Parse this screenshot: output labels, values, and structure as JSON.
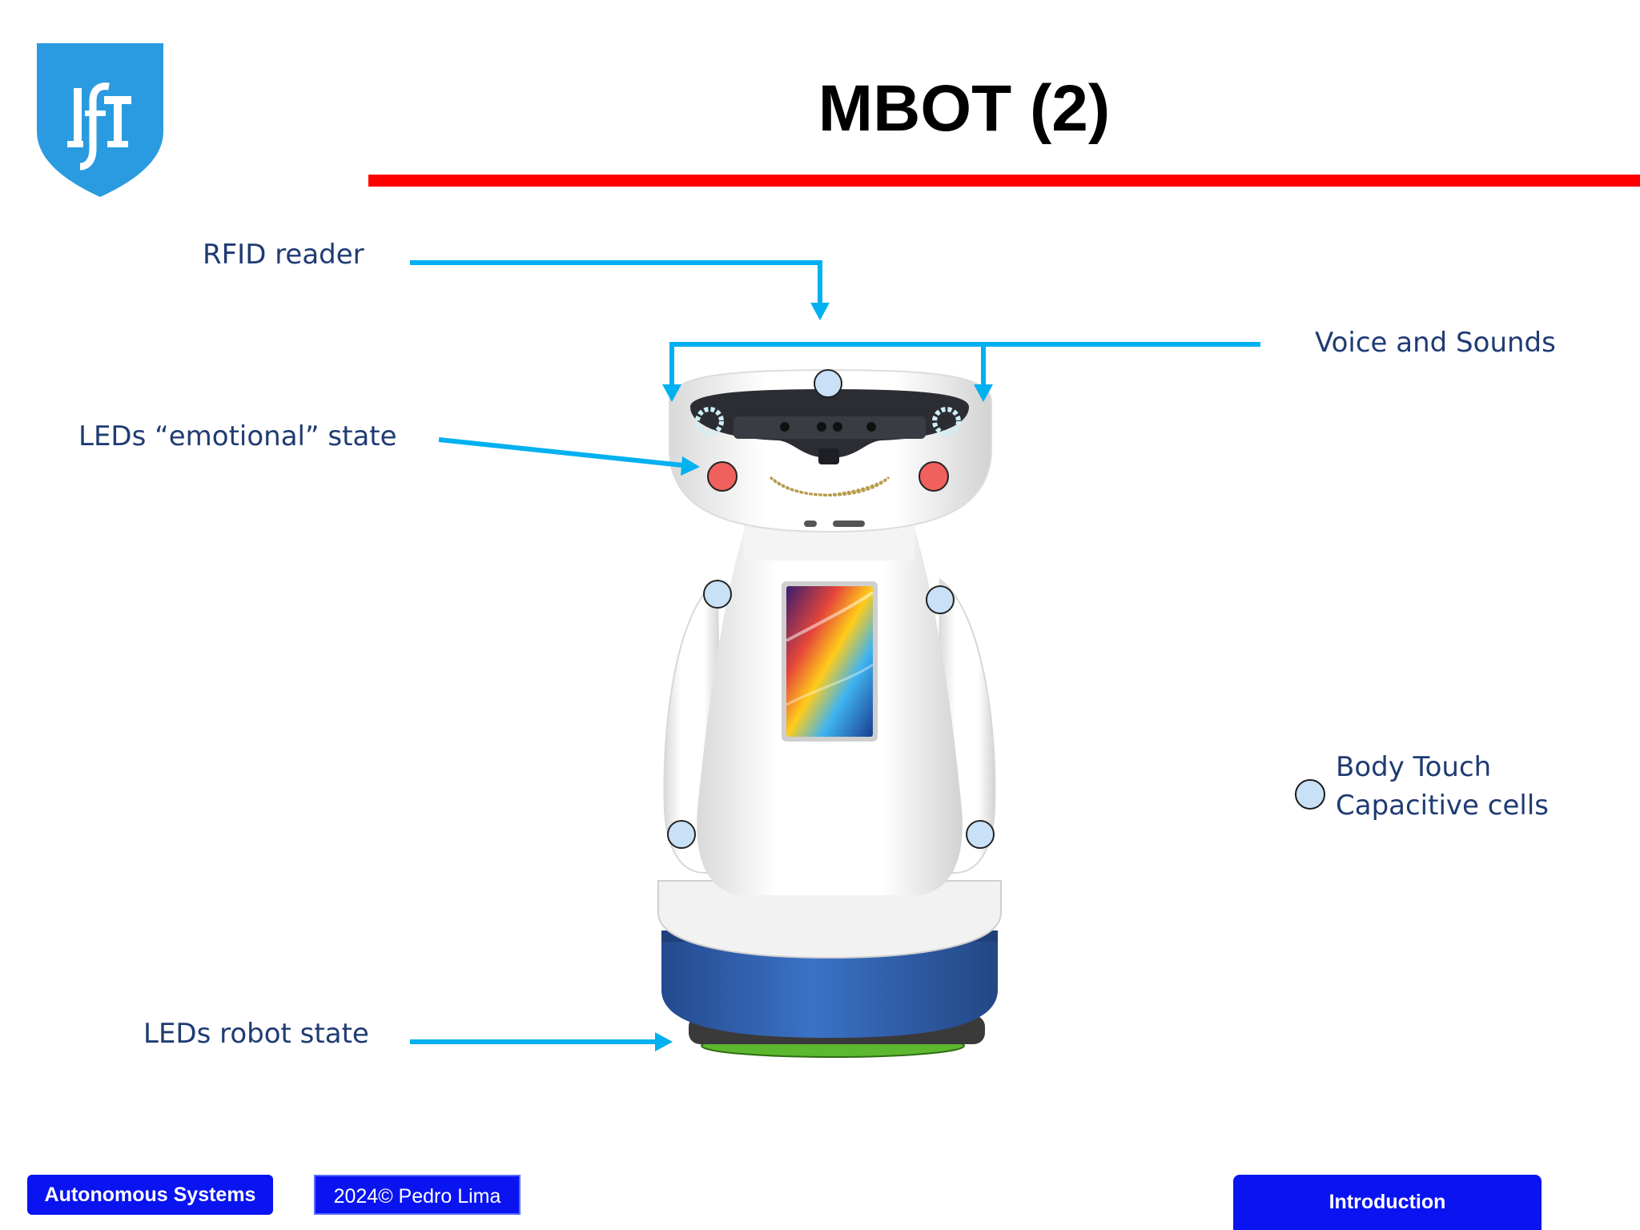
{
  "slide": {
    "title": "MBOT (2)"
  },
  "labels": {
    "rfid": "RFID reader",
    "voice": "Voice and Sounds",
    "emotional": "LEDs “emotional” state",
    "robot_state": "LEDs robot state",
    "touch_line1": "Body Touch",
    "touch_line2": "Capacitive cells"
  },
  "footer": {
    "course": "Autonomous Systems",
    "author": "2024© Pedro Lima",
    "section": "Introduction"
  },
  "colors": {
    "title_rule": "#ff0000",
    "arrow": "#00b0f0",
    "label_text": "#1f3b73",
    "footer_box": "#0a14f0",
    "logo": "#2a9be0",
    "touch_cell": "#c9e1f7",
    "emotional_led": "#f0605c",
    "base": "#2f5fb0",
    "floor_led": "#5cb82e"
  },
  "icons": {
    "logo": "ist-shield-logo",
    "touch_cell": "capacitive-cell-circle",
    "emotional_led": "red-led-circle"
  }
}
